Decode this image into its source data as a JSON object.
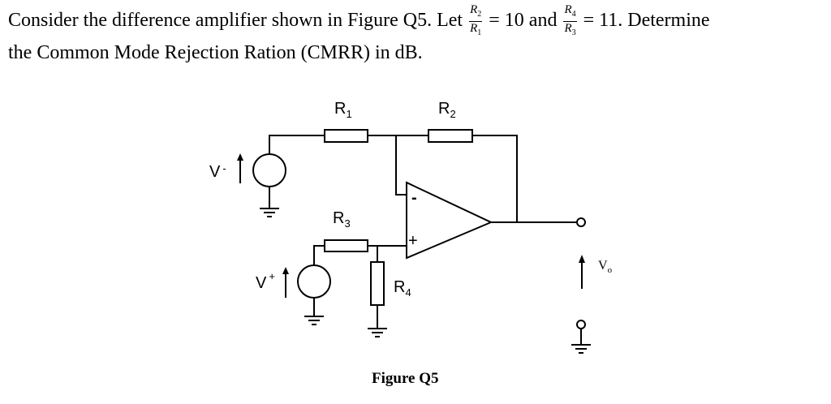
{
  "question": {
    "line1_before": "Consider the difference amplifier shown in Figure Q5. Let ",
    "frac1": {
      "num": "R",
      "num_sub": "2",
      "den": "R",
      "den_sub": "1"
    },
    "mid": " = 10 and ",
    "frac2": {
      "num": "R",
      "num_sub": "4",
      "den": "R",
      "den_sub": "3"
    },
    "line1_after": " = 11. Determine",
    "line2": "the Common Mode Rejection Ration (CMRR) in dB."
  },
  "figure": {
    "caption": "Figure Q5",
    "labels": {
      "r1": "R",
      "r1_sub": "1",
      "r2": "R",
      "r2_sub": "2",
      "r3": "R",
      "r3_sub": "3",
      "r4": "R",
      "r4_sub": "4",
      "v_minus": "V",
      "v_minus_sup": "-",
      "v_plus": "V",
      "v_plus_sup": "+",
      "vo": "V",
      "vo_sub": "o",
      "inv": "-",
      "noninv": "+"
    }
  }
}
